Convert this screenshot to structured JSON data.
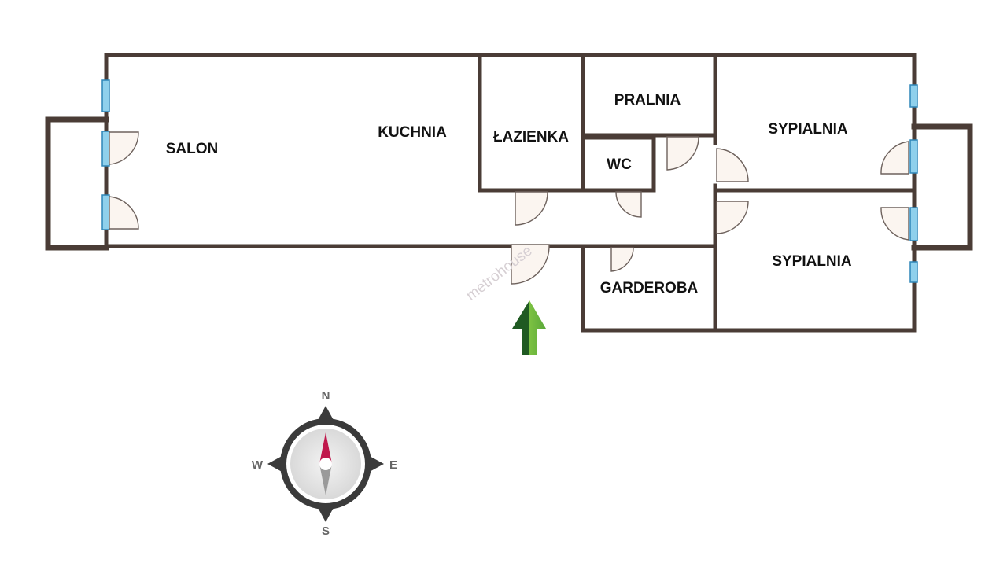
{
  "rooms": {
    "salon": "SALON",
    "kuchnia": "KUCHNIA",
    "lazienka": "ŁAZIENKA",
    "pralnia": "PRALNIA",
    "wc": "WC",
    "sypialnia_top": "SYPIALNIA",
    "sypialnia_bottom": "SYPIALNIA",
    "garderoba": "GARDEROBA"
  },
  "watermark": "metrohouse",
  "compass": {
    "north": "N",
    "south": "S",
    "east": "E",
    "west": "W"
  },
  "colors": {
    "wall": "#4a3c36",
    "window": "#8fd0ec",
    "entry_arrow": "#3e8a2e",
    "compass_needle_north": "#c0184c",
    "compass_needle_south": "#9a9a9a"
  },
  "icons": {
    "entrance": "up-arrow-icon",
    "compass": "compass-rose-icon"
  }
}
